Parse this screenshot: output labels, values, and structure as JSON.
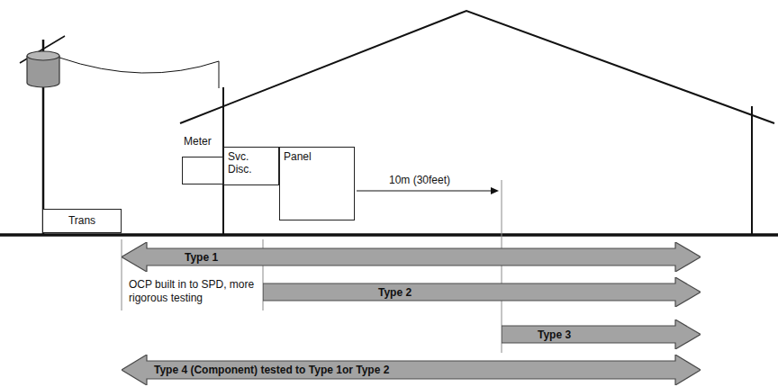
{
  "diagram": {
    "nodes": [
      {
        "text": [
          "Meter"
        ]
      },
      {
        "text": [
          "Svc. Disc."
        ]
      },
      {
        "text": [
          "Panel"
        ]
      },
      {
        "text": [
          "Trans"
        ]
      },
      {
        "text": [
          "Type 1"
        ]
      },
      {
        "text": [
          "Type 2"
        ]
      },
      {
        "text": [
          "Type 3"
        ]
      },
      {
        "text": [
          "Type 4 (Component) tested to Type 1or Type 2"
        ]
      }
    ],
    "labels": [
      "10m (30feet)",
      "OCP built in to SPD, more rigorous testing"
    ]
  }
}
